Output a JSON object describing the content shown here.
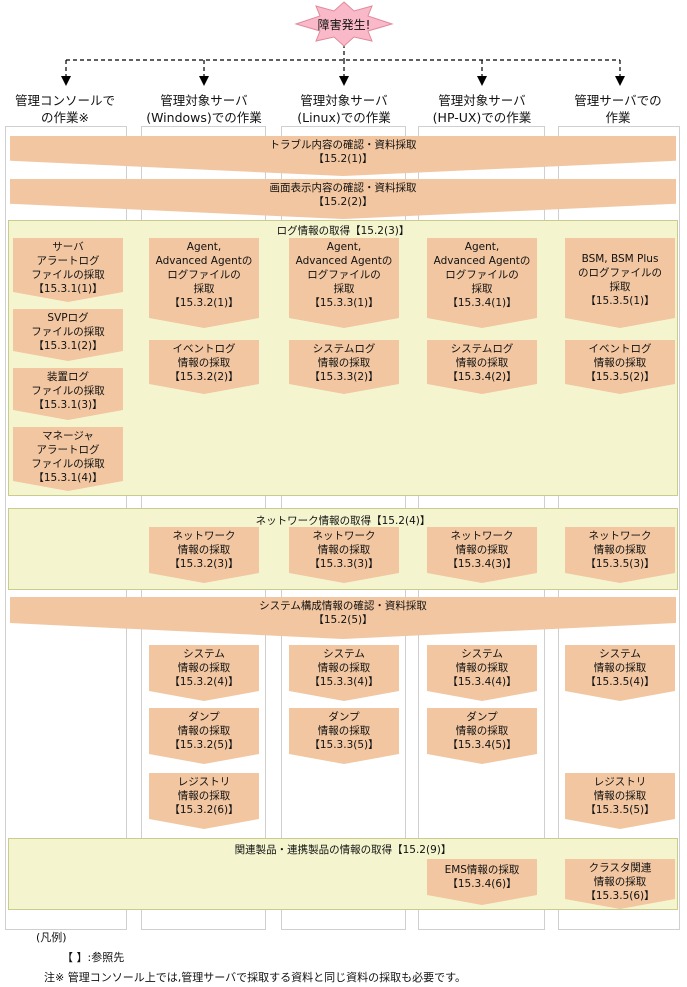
{
  "start": "障害発生!",
  "columns": [
    {
      "header": "管理コンソールで\nの作業※"
    },
    {
      "header": "管理対象サーバ\n(Windows)での作業"
    },
    {
      "header": "管理対象サーバ\n(Linux)での作業"
    },
    {
      "header": "管理対象サーバ\n(HP-UX)での作業"
    },
    {
      "header": "管理サーバでの\n作業"
    }
  ],
  "banners": {
    "trouble": "トラブル内容の確認・資料採取\n【15.2(1)】",
    "screen": "画面表示内容の確認・資料採取\n【15.2(2)】",
    "system_config": "システム構成情報の確認・資料採取\n【15.2(5)】"
  },
  "zones": {
    "log": "ログ情報の取得【15.2(3)】",
    "network": "ネットワーク情報の取得【15.2(4)】",
    "related": "関連製品・連携製品の情報の取得【15.2(9)】"
  },
  "boxes": {
    "c1_server_alert": "サーバ\nアラートログ\nファイルの採取\n【15.3.1(1)】",
    "c1_svp": "SVPログ\nファイルの採取\n【15.3.1(2)】",
    "c1_device": "装置ログ\nファイルの採取\n【15.3.1(3)】",
    "c1_manager": "マネージャ\nアラートログ\nファイルの採取\n【15.3.1(4)】",
    "c2_agent": "Agent,\nAdvanced Agentの\nログファイルの\n採取\n【15.3.2(1)】",
    "c2_event": "イベントログ\n情報の採取\n【15.3.2(2)】",
    "c3_agent": "Agent,\nAdvanced Agentの\nログファイルの\n採取\n【15.3.3(1)】",
    "c3_syslog": "システムログ\n情報の採取\n【15.3.3(2)】",
    "c4_agent": "Agent,\nAdvanced Agentの\nログファイルの\n採取\n【15.3.4(1)】",
    "c4_syslog": "システムログ\n情報の採取\n【15.3.4(2)】",
    "c5_bsm": "BSM, BSM Plus\nのログファイルの\n採取\n【15.3.5(1)】",
    "c5_event": "イベントログ\n情報の採取\n【15.3.5(2)】",
    "c2_net": "ネットワーク\n情報の採取\n【15.3.2(3)】",
    "c3_net": "ネットワーク\n情報の採取\n【15.3.3(3)】",
    "c4_net": "ネットワーク\n情報の採取\n【15.3.4(3)】",
    "c5_net": "ネットワーク\n情報の採取\n【15.3.5(3)】",
    "c2_sys": "システム\n情報の採取\n【15.3.2(4)】",
    "c3_sys": "システム\n情報の採取\n【15.3.3(4)】",
    "c4_sys": "システム\n情報の採取\n【15.3.4(4)】",
    "c5_sys": "システム\n情報の採取\n【15.3.5(4)】",
    "c2_dump": "ダンプ\n情報の採取\n【15.3.2(5)】",
    "c3_dump": "ダンプ\n情報の採取\n【15.3.3(5)】",
    "c4_dump": "ダンプ\n情報の採取\n【15.3.4(5)】",
    "c2_reg": "レジストリ\n情報の採取\n【15.3.2(6)】",
    "c5_reg": "レジストリ\n情報の採取\n【15.3.5(5)】",
    "c4_ems": "EMS情報の採取\n【15.3.4(6)】",
    "c5_cluster": "クラスタ関連\n情報の採取\n【15.3.5(6)】"
  },
  "legend": {
    "title": "(凡例)",
    "brackets": "【 】:参照先",
    "note": "注※ 管理コンソール上では,管理サーバで採取する資料と同じ資料の採取も必要です。"
  },
  "colors": {
    "star": "#f9b9c8",
    "box": "#f1c6a1",
    "zone": "#f4f5cf"
  }
}
